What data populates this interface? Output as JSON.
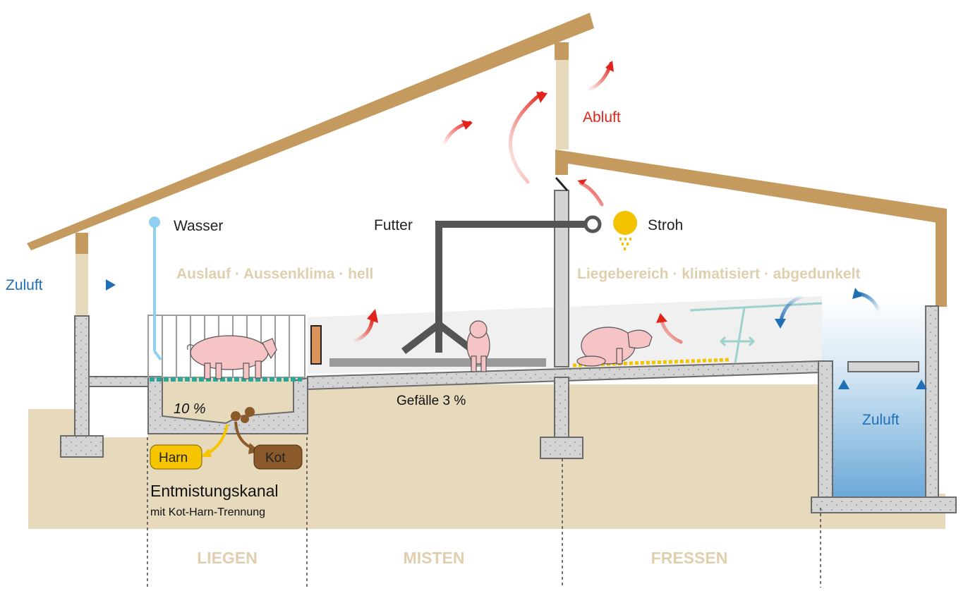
{
  "labels": {
    "zuluft_left": "Zuluft",
    "wasser": "Wasser",
    "futter": "Futter",
    "stroh": "Stroh",
    "abluft": "Abluft",
    "zone_left": "Auslauf · Aussenklima · hell",
    "zone_right": "Liegebereich · klimatisiert · abgedunkelt",
    "slope_channel": "10 %",
    "slope_floor": "Gefälle 3 %",
    "harn": "Harn",
    "kot": "Kot",
    "channel_title": "Entmistungskanal",
    "channel_subtitle": "mit Kot-Harn-Trennung",
    "zuluft_right": "Zuluft"
  },
  "bottom_labels": [
    "LIEGEN",
    "MISTEN",
    "FRESSEN"
  ],
  "colors": {
    "roof": "#c49a5e",
    "ground": "#e6d9bc",
    "concrete": "#d4d4d4",
    "air_in": "#1f6fb5",
    "air_out": "#e2231a",
    "pig": "#f6c4c4",
    "straw": "#f4c300",
    "harn": "#f6c500",
    "kot": "#8b5a2b",
    "water": "#8fd0f0",
    "zone_text": "#e0cfae"
  }
}
